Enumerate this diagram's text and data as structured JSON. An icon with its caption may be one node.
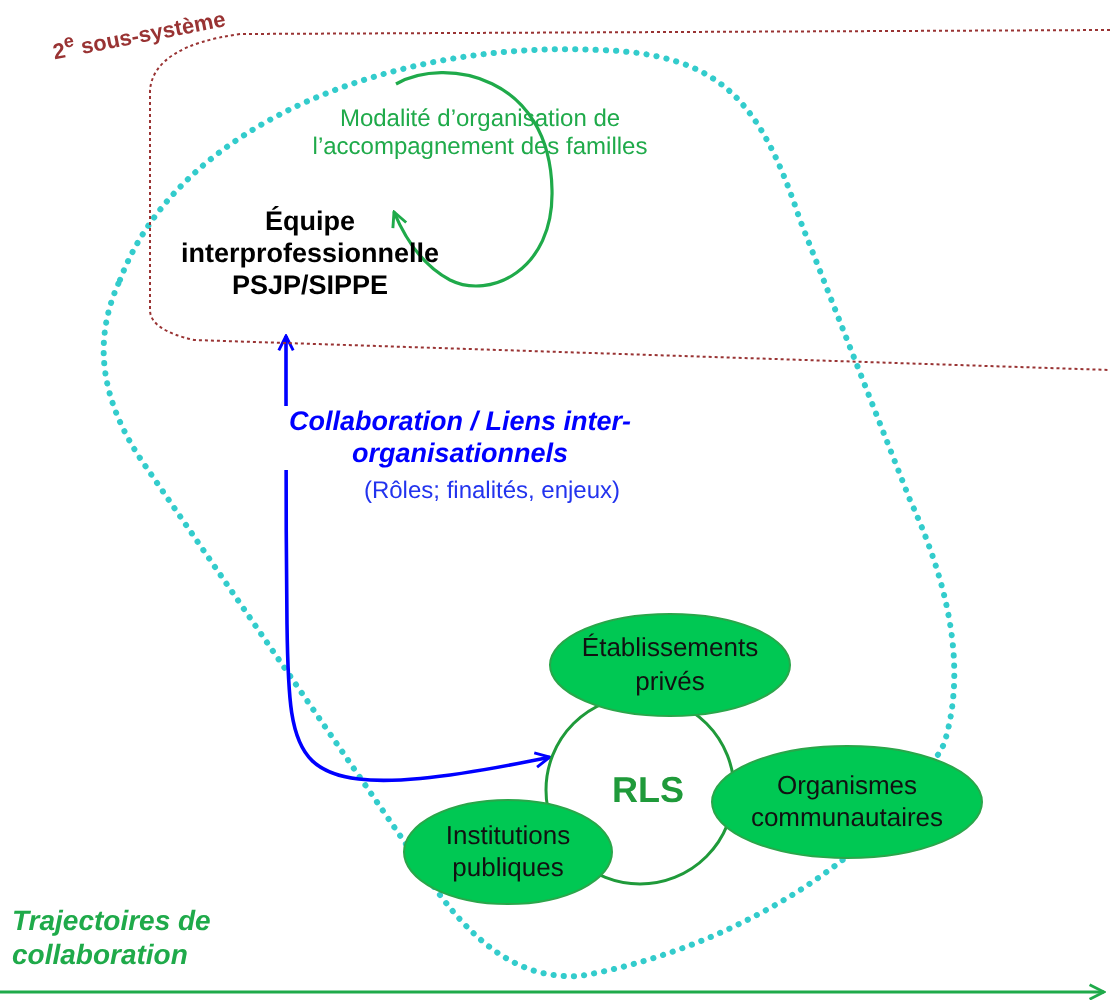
{
  "diagram": {
    "nodes": [
      {
        "text": [
          "2$^{e}$ sous-système"
        ]
      },
      {
        "text": [
          "Équipe interprofessionnelle PSJP/SIPPE"
        ],
        "in": 0
      },
      {
        "text": [
          "RLS"
        ]
      },
      {
        "text": [
          "Établissements privés"
        ]
      },
      {
        "text": [
          "Organismes communautaires"
        ]
      },
      {
        "text": [
          "Institutions publiques"
        ]
      }
    ],
    "edges": [
      {
        "from": 2,
        "to": 1,
        "arrow": "both",
        "color": "#0000ff",
        "label": "Collaboration / Liens inter-organisationnels"
      }
    ],
    "labels": [
      "Modalité d’organisation de l’accompagnement des familles",
      "(Rôles; finalités, enjeux)",
      "Trajectoires de collaboration"
    ]
  }
}
